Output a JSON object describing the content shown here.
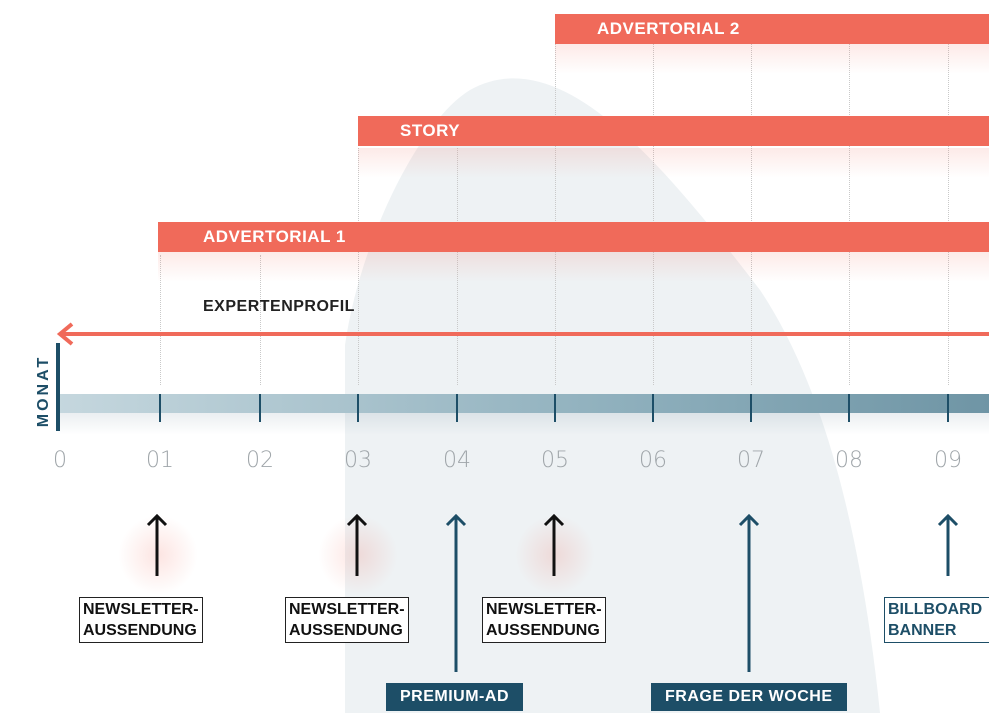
{
  "campaign_bars": [
    {
      "label": "ADVERTORIAL 2"
    },
    {
      "label": "STORY"
    },
    {
      "label": "ADVERTORIAL 1"
    }
  ],
  "expertenprofil": {
    "label": "EXPERTENPROFIL"
  },
  "axis": {
    "title": "MONAT",
    "ticks": [
      "0",
      "01",
      "02",
      "03",
      "04",
      "05",
      "06",
      "07",
      "08",
      "09"
    ]
  },
  "events": [
    {
      "label_line1": "NEWSLETTER-",
      "label_line2": "AUSSENDUNG",
      "month": "01",
      "style": "dark"
    },
    {
      "label_line1": "NEWSLETTER-",
      "label_line2": "AUSSENDUNG",
      "month": "03",
      "style": "dark"
    },
    {
      "label_line1": "NEWSLETTER-",
      "label_line2": "AUSSENDUNG",
      "month": "05",
      "style": "dark"
    },
    {
      "label_line1": "BILLBOARD",
      "label_line2": "BANNER",
      "month": "09",
      "style": "teal"
    },
    {
      "label": "PREMIUM-AD",
      "month": "04",
      "style": "filled"
    },
    {
      "label": "FRAGE DER WOCHE",
      "month": "07",
      "style": "filled"
    }
  ],
  "colors": {
    "accent": "#f06a5a",
    "teal": "#1d4e67",
    "track_light": "#c5d7de",
    "track_dark": "#6f95a5"
  }
}
